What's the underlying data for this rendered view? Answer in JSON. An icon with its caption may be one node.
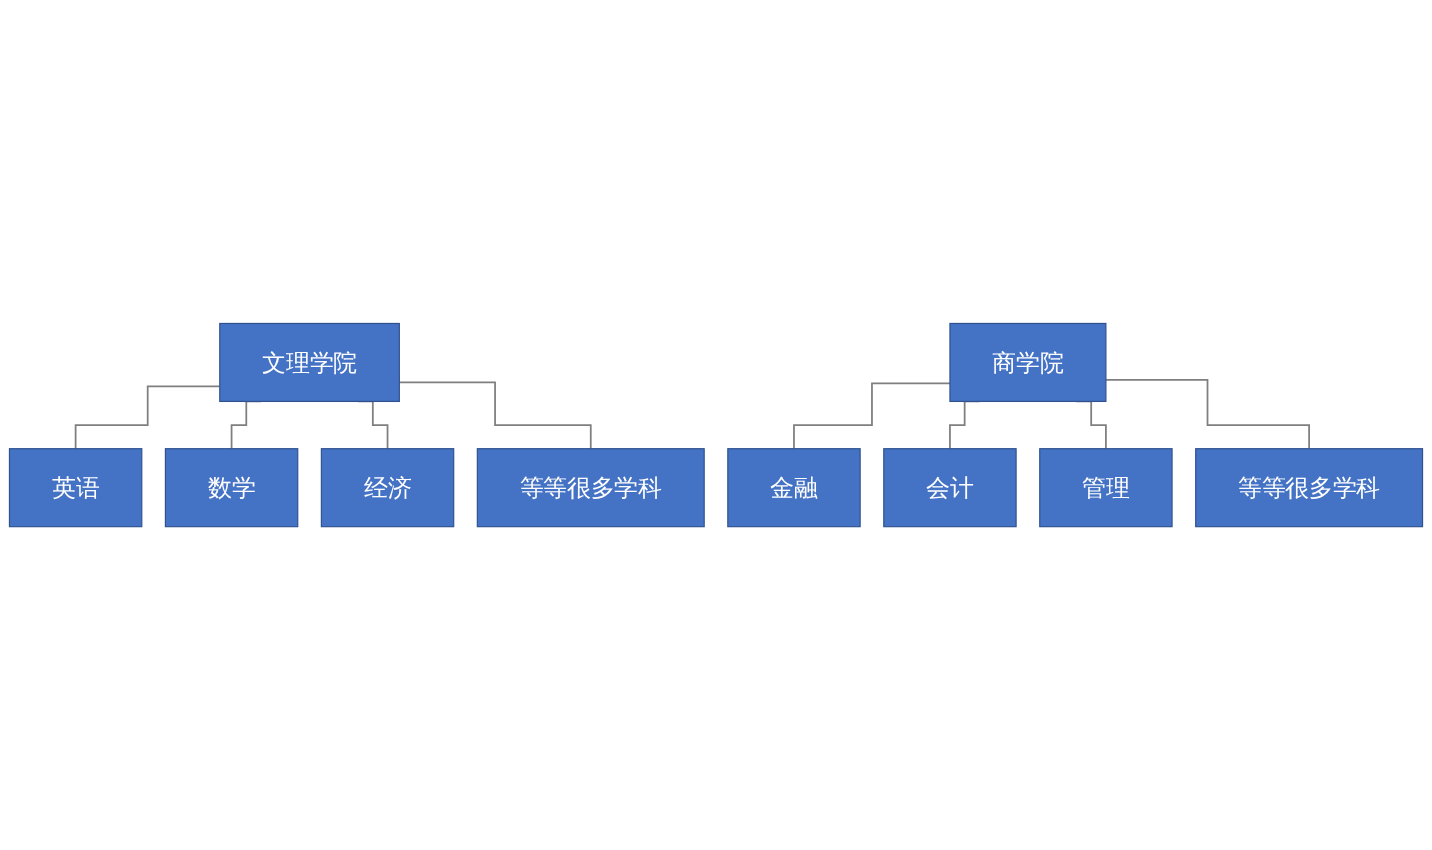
{
  "diagram": {
    "nodes": [
      {
        "text": [
          "文理学院"
        ]
      },
      {
        "text": [
          "英语"
        ]
      },
      {
        "text": [
          "数学"
        ]
      },
      {
        "text": [
          "经济"
        ]
      },
      {
        "text": [
          "等等很多学科"
        ]
      },
      {
        "text": [
          "商学院"
        ]
      },
      {
        "text": [
          "金融"
        ]
      },
      {
        "text": [
          "会计"
        ]
      },
      {
        "text": [
          "管理"
        ]
      },
      {
        "text": [
          "等等很多学科"
        ]
      }
    ],
    "edges": [
      {
        "from": 0,
        "to": 1,
        "arrow": "none"
      },
      {
        "from": 0,
        "to": 2,
        "arrow": "none"
      },
      {
        "from": 0,
        "to": 3,
        "arrow": "none"
      },
      {
        "from": 0,
        "to": 4,
        "arrow": "none"
      },
      {
        "from": 5,
        "to": 6,
        "arrow": "none"
      },
      {
        "from": 5,
        "to": 7,
        "arrow": "none"
      },
      {
        "from": 5,
        "to": 8,
        "arrow": "none"
      },
      {
        "from": 5,
        "to": 9,
        "arrow": "none"
      }
    ]
  }
}
